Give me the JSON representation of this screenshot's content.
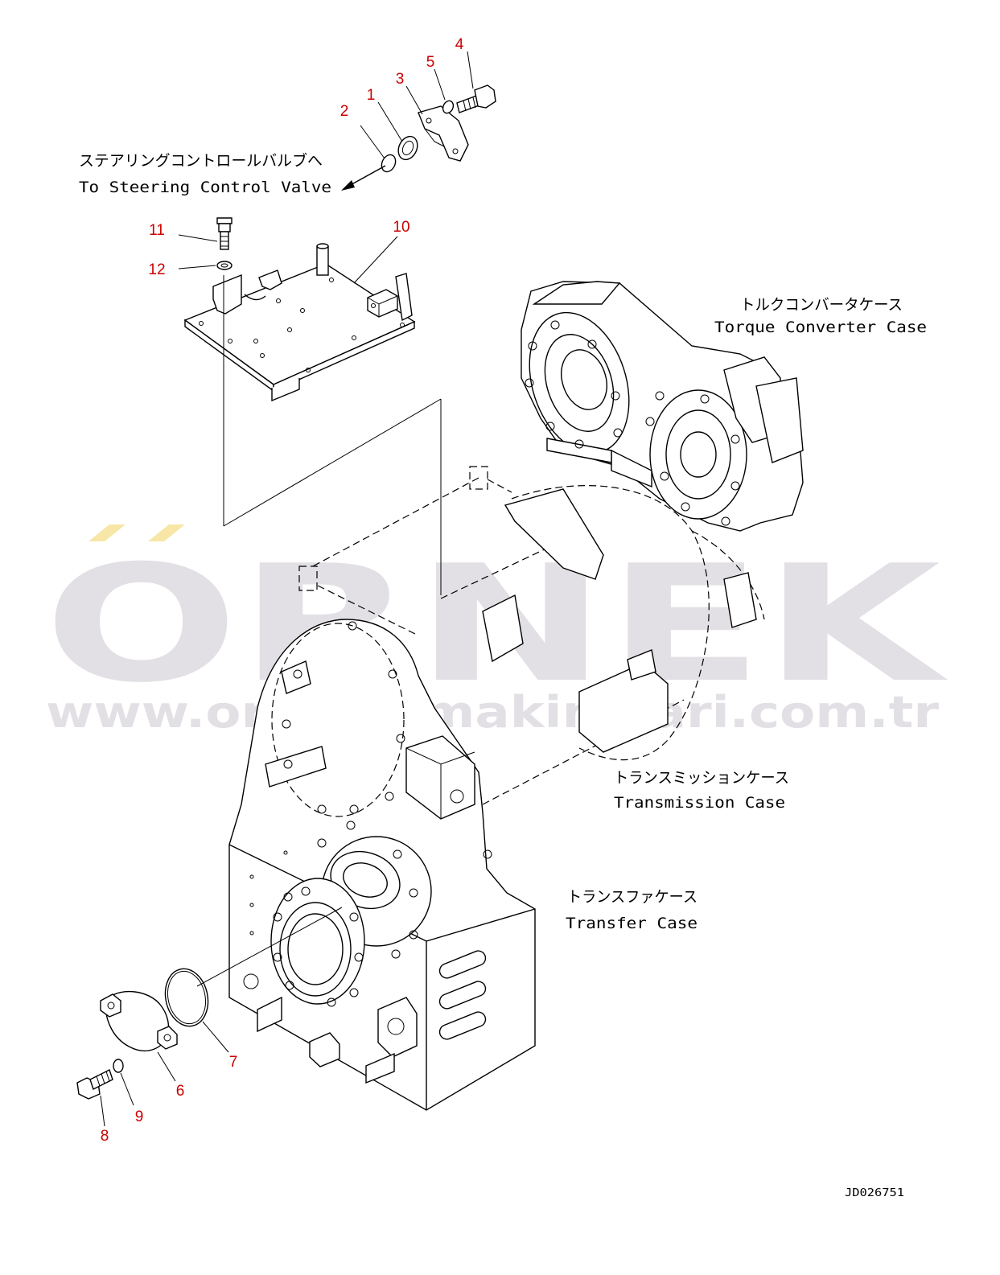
{
  "watermark": {
    "letters": "ORNEK",
    "url": "www.ornekismakinalari.com.tr",
    "umlaut_color": "#f7e6a6",
    "text_color": "#e2e0e4"
  },
  "labels": {
    "steering_jp": "ステアリングコントロールバルブへ",
    "steering_en": "To Steering Control Valve",
    "torque_jp": "トルクコンバータケース",
    "torque_en": "Torque Converter Case",
    "transmission_jp": "トランスミッションケース",
    "transmission_en": "Transmission Case",
    "transfer_jp": "トランスファケース",
    "transfer_en": "Transfer Case"
  },
  "part_numbers": [
    "1",
    "2",
    "3",
    "4",
    "5",
    "6",
    "7",
    "8",
    "9",
    "10",
    "11",
    "12"
  ],
  "part_number_color": "#cc0000",
  "drawing_code": "JD026751"
}
